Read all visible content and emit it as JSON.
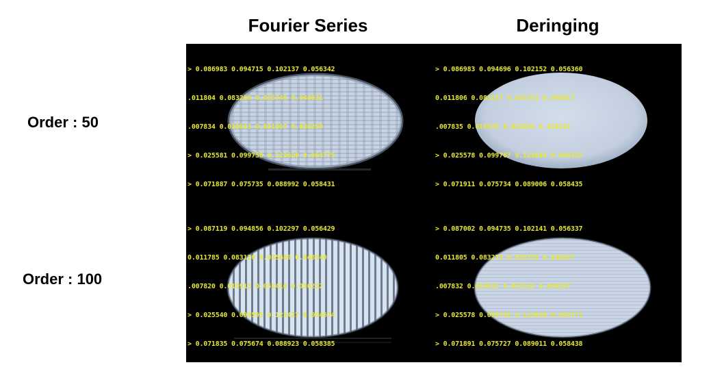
{
  "headers": {
    "fourier": "Fourier Series",
    "deringing": "Deringing"
  },
  "rows": {
    "order50": "Order : 50",
    "order100": "Order : 100"
  },
  "panels": {
    "order50_fourier": [
      "> 0.086983 0.094715 0.102137 0.056342",
      ".011804 0.083269 0.035749 0.048631",
      ".007834 0.010933 0.051807 0.036299",
      "> 0.025581 0.099758 0.123629 0.064775",
      "> 0.071887 0.075735 0.088992 0.058431"
    ],
    "order50_deringing": [
      "> 0.086983 0.094696 0.102152 0.056360",
      "0.011806 0.083257 0.035751 0.048617",
      ".007835 0.010929 0.051809 0.036291",
      "> 0.025578 0.099767 0.123604 0.064762",
      "> 0.071911 0.075734 0.089006 0.058435"
    ],
    "order100_fourier": [
      "> 0.087119 0.094856 0.102297 0.056429",
      "0.011785 0.083126 0.035689 0.048549",
      ".007820 0.010913 0.051410 0.036232",
      "> 0.025540 0.099595 0.123427 0.064674",
      "> 0.071835 0.075674 0.088923 0.058385"
    ],
    "order100_deringing": [
      "> 0.087002 0.094735 0.102141 0.056337",
      "0.011805 0.083275 0.035752 0.048627",
      ".007832 0.010932 0.051519 0.036297",
      "> 0.025578 0.099738 0.123626 0.064771",
      "> 0.071891 0.075727 0.089011 0.058438"
    ]
  },
  "colors": {
    "overlay_text": "#e7e736",
    "disk": "#c9d6e6",
    "background": "#000000"
  }
}
